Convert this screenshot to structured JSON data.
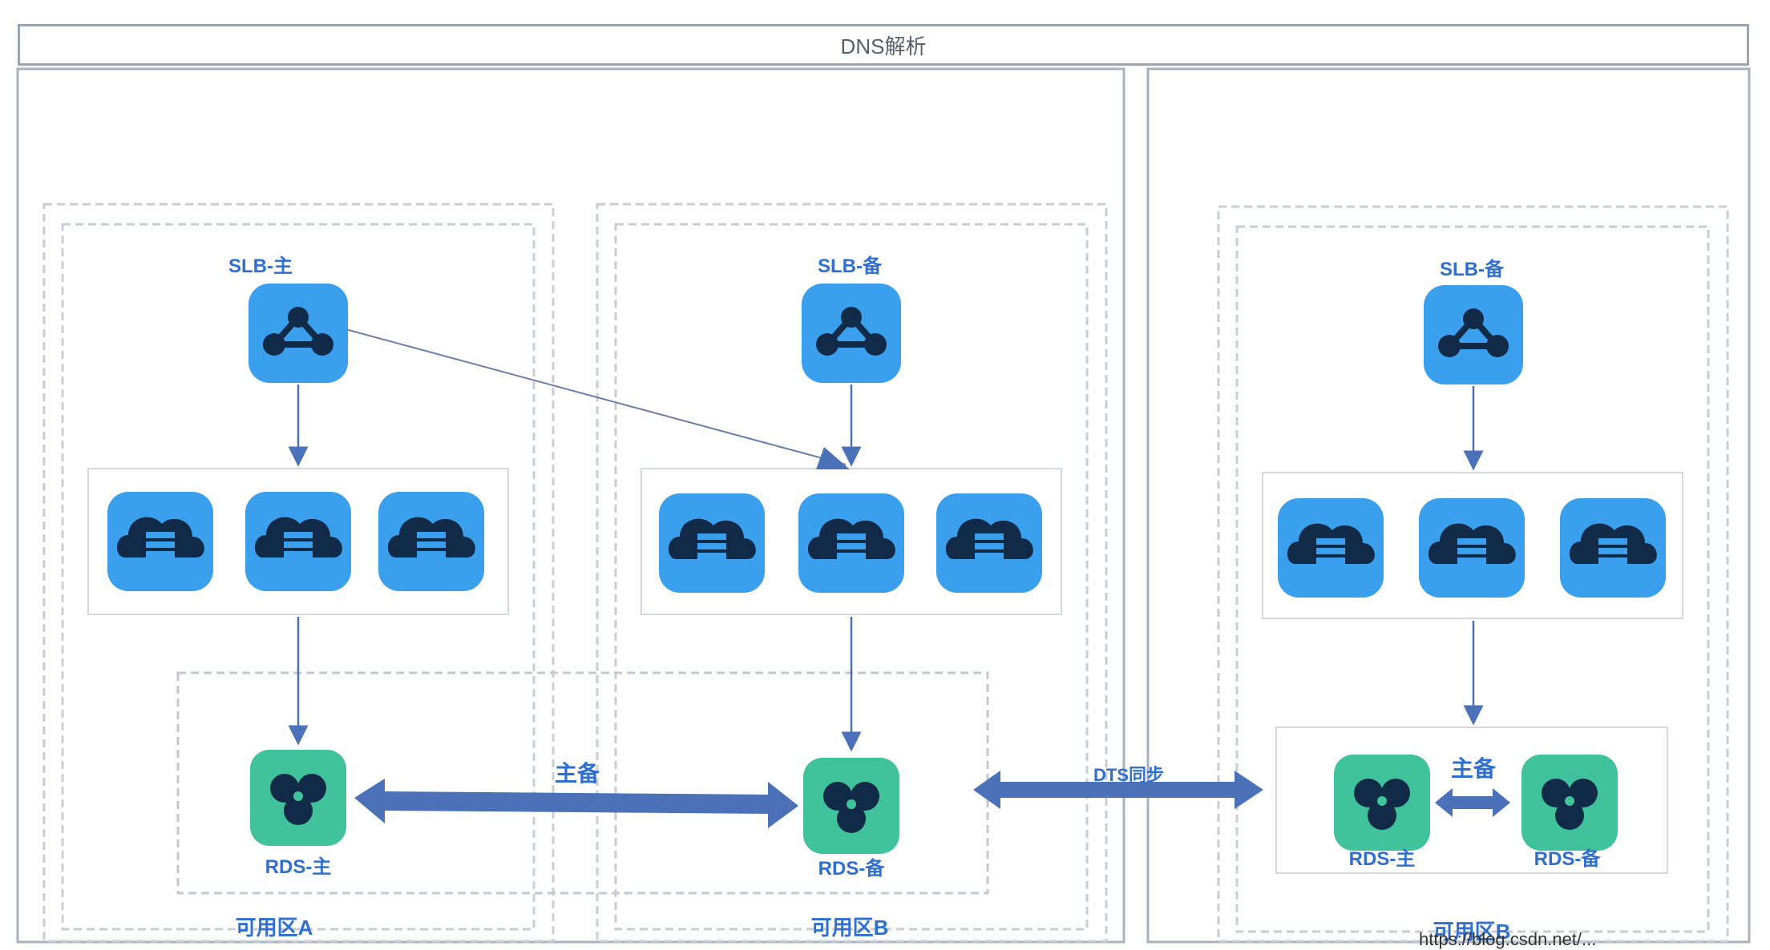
{
  "header": {
    "title": "DNS解析"
  },
  "zones": [
    {
      "slb_label": "SLB-主",
      "rds_label": "RDS-主",
      "zone_label": "可用区A"
    },
    {
      "slb_label": "SLB-备",
      "rds_label": "RDS-备",
      "zone_label": "可用区B"
    },
    {
      "slb_label": "SLB-备",
      "zone_label": "可用区B",
      "rds_primary_label": "RDS-主",
      "rds_standby_label": "RDS-备"
    }
  ],
  "links": {
    "primary_standby": "主备",
    "dts_sync": "DTS同步",
    "remote_primary_standby": "主备"
  },
  "watermark": "https://blog.csdn.net/...",
  "colors": {
    "slb_fill": "#3aa0ee",
    "ecs_fill": "#3aa0ee",
    "rds_fill": "#40c29b",
    "icon_dark": "#102a48",
    "arrow": "#4b72b8",
    "text_blue": "#2f6fd0"
  }
}
